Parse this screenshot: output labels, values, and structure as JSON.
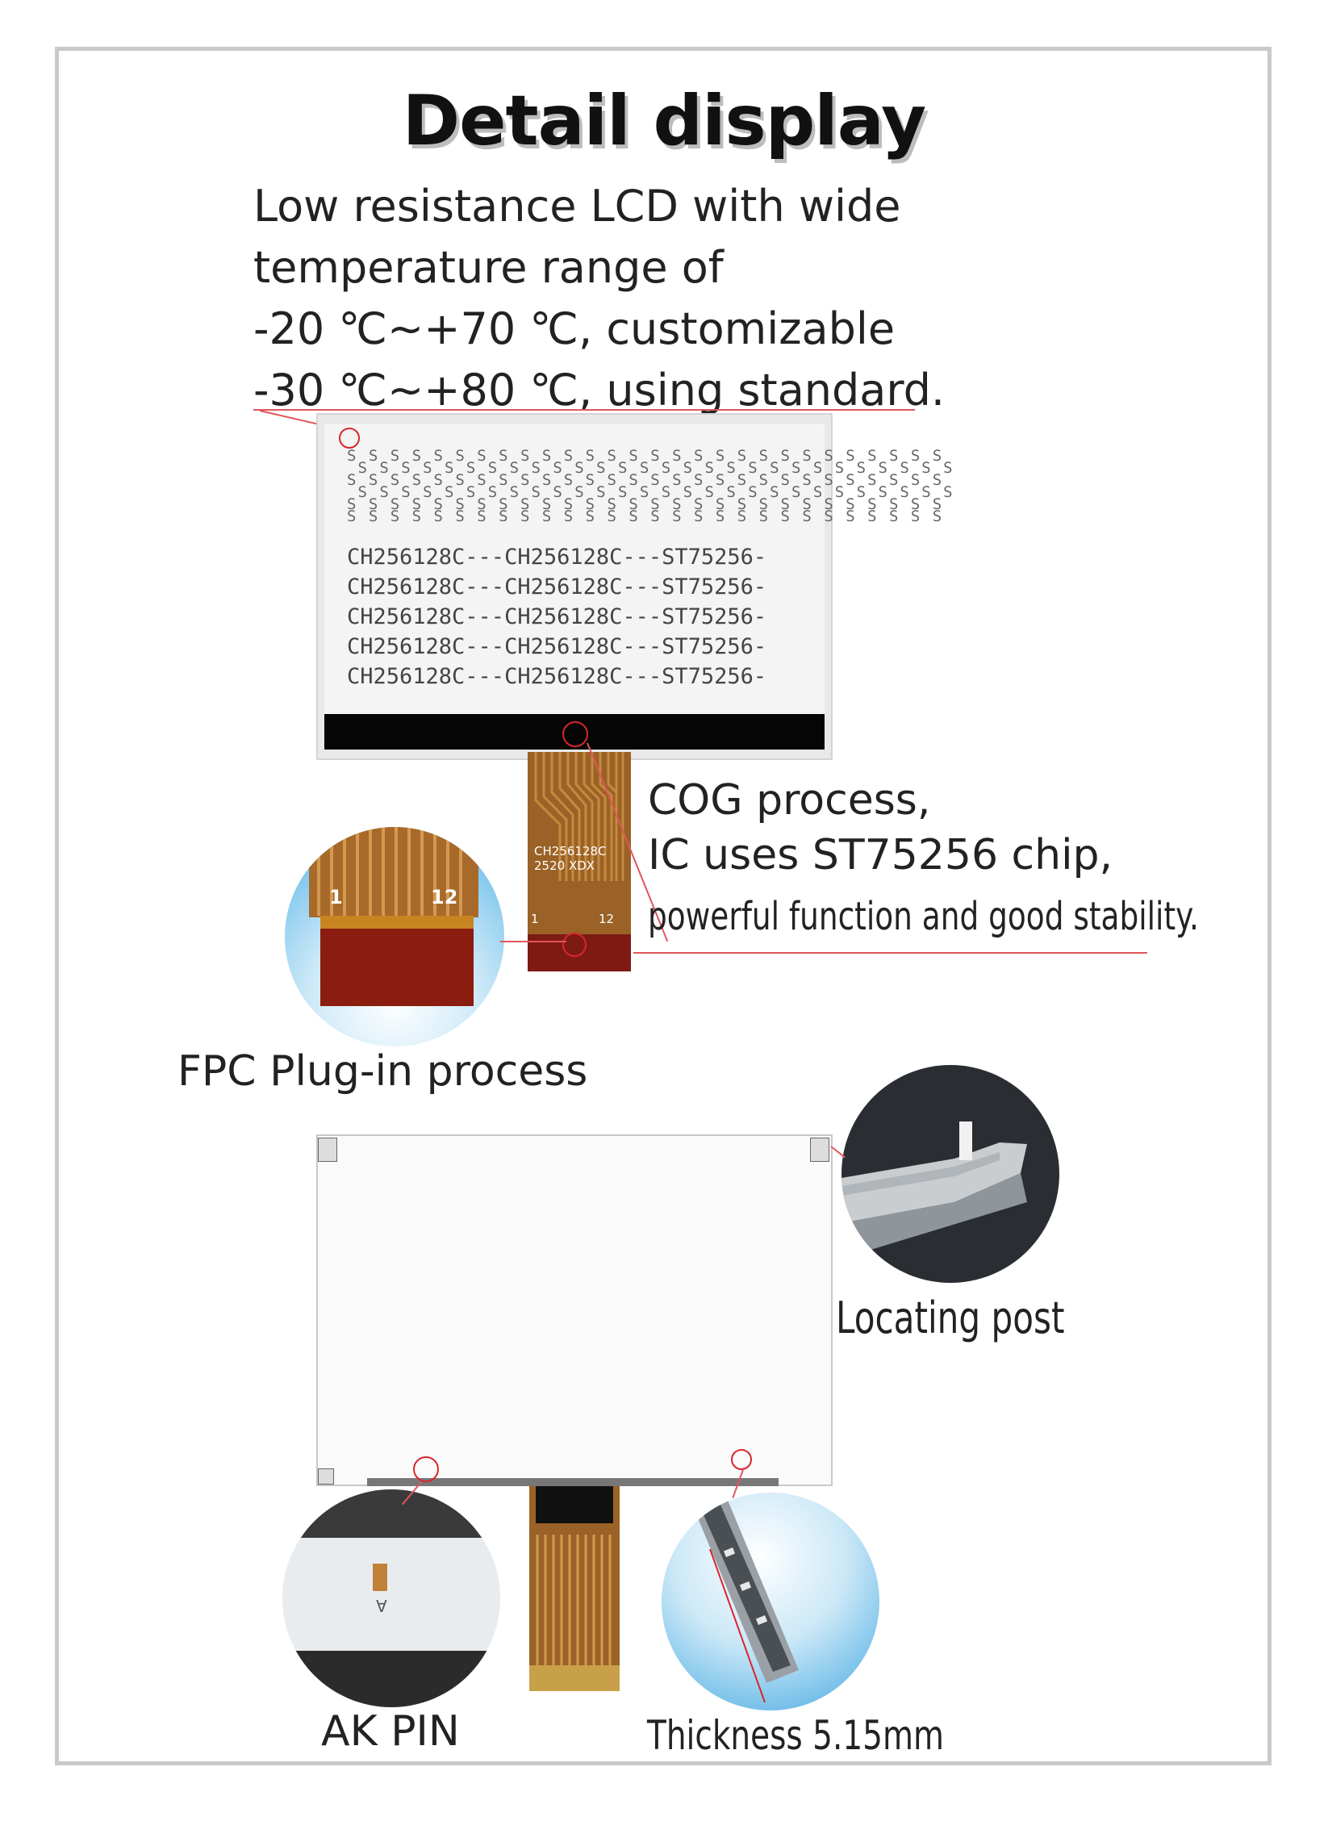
{
  "heading": {
    "title": "Detail display",
    "desc_lines": [
      "Low resistance LCD with wide",
      "temperature range of",
      "-20 ℃~+70 ℃, customizable",
      "-30 ℃~+80 ℃, using standard."
    ]
  },
  "lcd": {
    "s_rows": [
      "S S S S S S S S S S S S S S S S S S S S S S S S S S S S",
      " S S S S S S S S S S S S S S S S S S S S S S S S S S S S",
      "S S S S S S S S S S S S S S S S S S S S S S S S S S S S",
      " S S S S S S S S S S S S S S S S S S S S S S S S S S S S",
      "S S S S S S S S S S S S S S S S S S S S S S S S S S S S",
      "S S S S S S S S S S S S S S S S S S S S S S S S S S S S"
    ],
    "text_lines": [
      "CH256128C---CH256128C---ST75256-",
      "CH256128C---CH256128C---ST75256-",
      "CH256128C---CH256128C---ST75256-",
      "CH256128C---CH256128C---ST75256-",
      "CH256128C---CH256128C---ST75256-"
    ],
    "fpc_label_1": "CH256128C",
    "fpc_label_2": "2520  XDX",
    "pin_first": "1",
    "pin_last": "12"
  },
  "cog": {
    "line1": "COG process,",
    "line2": "IC uses ST75256 chip,",
    "line3": "powerful function and good stability."
  },
  "fpc_plug": {
    "pin_first": "1",
    "pin_last": "12",
    "label": "FPC Plug-in process"
  },
  "locating_post": {
    "label": "Locating post"
  },
  "ak_pin": {
    "label": "AK PIN",
    "mark": "A"
  },
  "thickness": {
    "label": "Thickness 5.15mm"
  },
  "colors": {
    "accent_red": "#d9262c",
    "fpc_copper": "#9a6226",
    "frame_gray": "#c9c9c9"
  }
}
